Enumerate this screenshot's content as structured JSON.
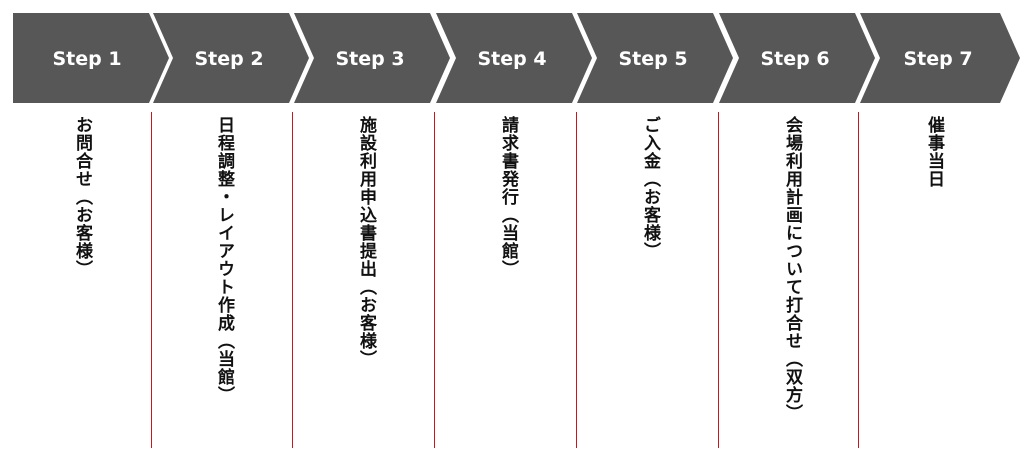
{
  "colors": {
    "chevron_fill": "#575757",
    "chevron_text": "#ffffff",
    "divider": "#c8161e",
    "description_text": "#111111"
  },
  "steps": [
    {
      "label": "Step 1",
      "description": "お問合せ（お客様）"
    },
    {
      "label": "Step 2",
      "description": "日程調整・レイアウト作成（当館）"
    },
    {
      "label": "Step 3",
      "description": "施設利用申込書提出（お客様）"
    },
    {
      "label": "Step 4",
      "description": "請求書発行（当館）"
    },
    {
      "label": "Step 5",
      "description": "ご入金（お客様）"
    },
    {
      "label": "Step 6",
      "description": "会場利用計画について打合せ（双方）"
    },
    {
      "label": "Step 7",
      "description": "催事当日"
    }
  ]
}
